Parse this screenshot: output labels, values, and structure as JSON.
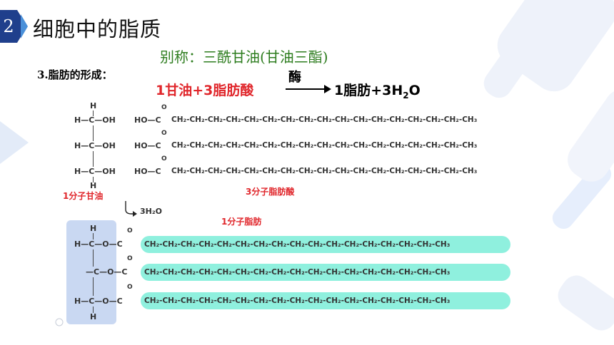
{
  "header": {
    "section_number": "2",
    "title": "细胞中的脂质"
  },
  "alias": "别称：三酰甘油(甘油三酯)",
  "section_label": "3.脂肪的形成：",
  "equation": {
    "reactants": "1甘油+3脂肪酸",
    "enzyme": "酶",
    "product_prefix": "1脂肪+3H",
    "product_sub": "2",
    "product_suffix": "O"
  },
  "glycerol": {
    "top_h": "H",
    "bottom_h": "H",
    "rows": [
      "H—C—OH",
      "H—C—OH",
      "H—C—OH"
    ]
  },
  "fatty_acid": {
    "head": "HO—C",
    "carbonyl": "O",
    "chains": [
      "CH₂-CH₂-CH₂-CH₂-CH₂-CH₂-CH₂-CH₂-CH₂-CH₂-CH₂-CH₂-CH₂-CH₂-CH₂-CH₂-CH₃",
      "CH₂-CH₂-CH₂-CH₂-CH₂-CH₂-CH₂-CH₂-CH₂-CH₂-CH₂-CH₂-CH₂-CH₂-CH₂-CH₂-CH₃",
      "CH₂-CH₂-CH₂-CH₂-CH₂-CH₂-CH₂-CH₂-CH₂-CH₂-CH₂-CH₂-CH₂-CH₂-CH₂-CH₂-CH₃"
    ]
  },
  "labels": {
    "glycerol": "1分子甘油",
    "fatty_acids": "3分子脂肪酸",
    "water": "3H₂O",
    "fat": "1分子脂肪"
  },
  "fat": {
    "top_h": "H",
    "bottom_h": "H",
    "rows": [
      "H—C—O—C",
      "—C—O—C",
      "H—C—O—C"
    ],
    "carbonyl": "O",
    "chains": [
      "CH₂-CH₂-CH₂-CH₂-CH₂-CH₂-CH₂-CH₂-CH₂-CH₂-CH₂-CH₂-CH₂-CH₂-CH₂-CH₂-CH₃",
      "CH₂-CH₂-CH₂-CH₂-CH₂-CH₂-CH₂-CH₂-CH₂-CH₂-CH₂-CH₂-CH₂-CH₂-CH₂-CH₂-CH₃",
      "CH₂-CH₂-CH₂-CH₂-CH₂-CH₂-CH₂-CH₂-CH₂-CH₂-CH₂-CH₂-CH₂-CH₂-CH₂-CH₂-CH₃"
    ]
  },
  "colors": {
    "header_dark": "#1f3f8c",
    "header_light": "#4a90d9",
    "alias_green": "#2e7d1f",
    "label_red": "#e0262b",
    "glycerol_box": "#c9d8f2",
    "chain_pill": "#8ff0de"
  }
}
